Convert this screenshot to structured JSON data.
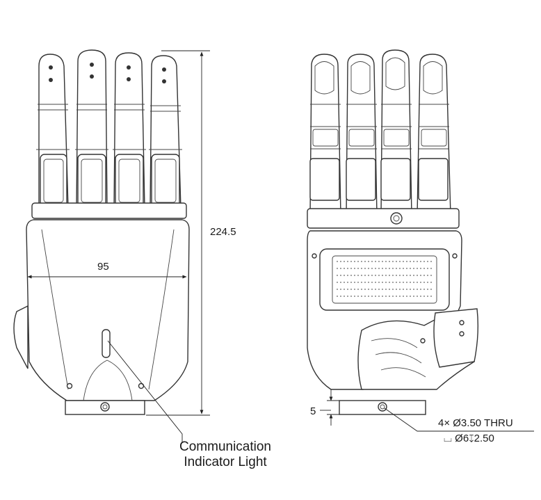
{
  "dimensions": {
    "height": "224.5",
    "width": "95",
    "base_thickness": "5"
  },
  "callouts": {
    "indicator_line1": "Communication",
    "indicator_line2": "Indicator Light",
    "hole_spec_line1": "4× Ø3.50 THRU",
    "hole_spec_line2": "⌴ Ø6↧2.50"
  }
}
